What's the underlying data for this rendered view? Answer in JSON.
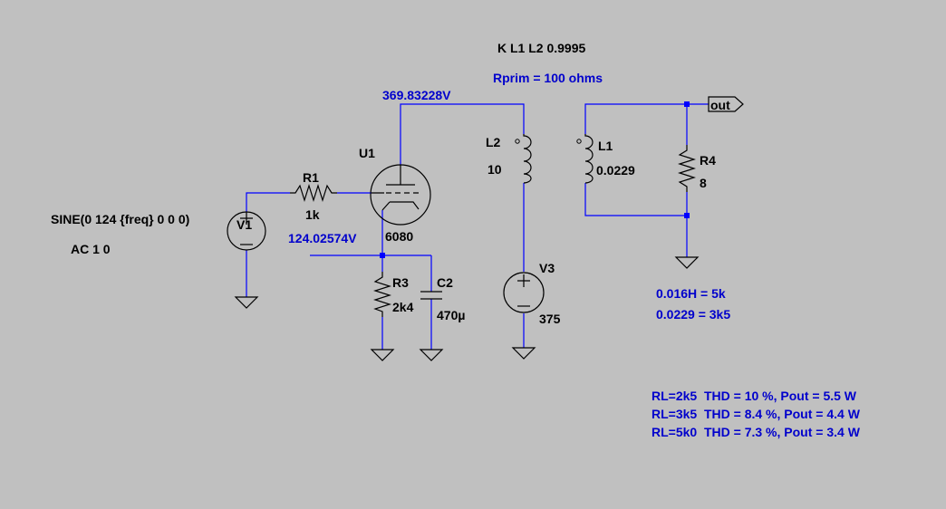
{
  "directives": {
    "coupling": "K L1 L2 0.9995",
    "rprim": "Rprim = 100 ohms",
    "source_func": "SINE(0 124 {freq} 0 0 0)",
    "ac": "AC 1 0"
  },
  "components": {
    "v1": {
      "name": "V1"
    },
    "r1": {
      "name": "R1",
      "value": "1k"
    },
    "u1": {
      "name": "U1",
      "value": "6080"
    },
    "r3": {
      "name": "R3",
      "value": "2k4"
    },
    "c2": {
      "name": "C2",
      "value": "470µ"
    },
    "l2": {
      "name": "L2",
      "value": "10"
    },
    "v3": {
      "name": "V3",
      "value": "375"
    },
    "l1": {
      "name": "L1",
      "value": "0.0229"
    },
    "r4": {
      "name": "R4",
      "value": "8"
    }
  },
  "net_labels": {
    "out": "out"
  },
  "voltages": {
    "plate": "369.83228V",
    "cathode": "124.02574V"
  },
  "notes": {
    "impedance": [
      "0.016H = 5k",
      "0.0229 = 3k5"
    ],
    "results": [
      "RL=2k5  THD = 10 %, Pout = 5.5 W",
      "RL=3k5  THD = 8.4 %, Pout = 4.4 W",
      "RL=5k0  THD = 7.3 %, Pout = 3.4 W"
    ]
  },
  "colors": {
    "background": "#c0c0c0",
    "wire": "#0000ff",
    "symbol": "#000000",
    "annotation": "#0000cc"
  }
}
